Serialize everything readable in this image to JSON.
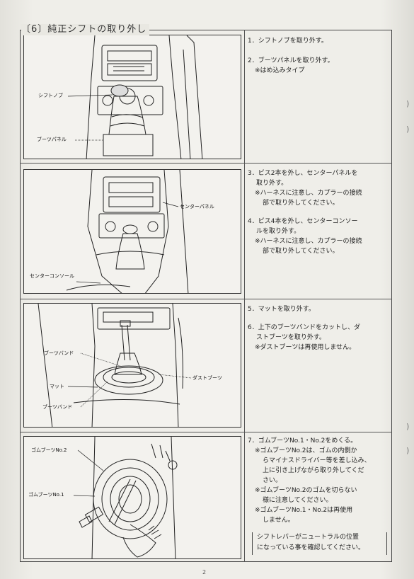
{
  "section_title": "〔6〕純正シフトの取り外し",
  "panels": [
    {
      "callouts": [
        "シフトノブ",
        "ブーツパネル"
      ]
    },
    {
      "callouts": [
        "センターパネル",
        "センターコンソール"
      ]
    },
    {
      "callouts": [
        "ブーツバンド",
        "ダストブーツ",
        "マット",
        "ブーツバンド"
      ]
    },
    {
      "callouts": [
        "ゴムブーツNo.2",
        "ゴムブーツNo.1"
      ]
    }
  ],
  "steps": {
    "s1": [
      "1．シフトノブを取り外す。"
    ],
    "s2": [
      "2．ブーツパネルを取り外す。",
      "※はめ込みタイプ"
    ],
    "s3": [
      "3．ビス2本を外し、センターパネルを",
      "取り外す。",
      "※ハーネスに注意し、カプラーの接続",
      "部で取り外してください。"
    ],
    "s4": [
      "4．ビス4本を外し、センターコンソー",
      "ルを取り外す。",
      "※ハーネスに注意し、カプラーの接続",
      "部で取り外してください。"
    ],
    "s5": [
      "5．マットを取り外す。"
    ],
    "s6": [
      "6．上下のブーツバンドをカットし、ダ",
      "ストブーツを取り外す。",
      "※ダストブーツは再使用しません。"
    ],
    "s7": [
      "7．ゴムブーツNo.1・No.2をめくる。",
      "※ゴムブーツNo.2は、ゴムの内側か",
      "らマイナスドライバー等を差し込み、",
      "上に引き上げながら取り外してくだ",
      "さい。",
      "※ゴムブーツNo.2のゴムを切らない",
      "様に注意してください。",
      "※ゴムブーツNo.1・No.2は再使用",
      "しません。"
    ]
  },
  "warning": [
    "シフトレバーがニュートラルの位置",
    "になっている事を確認してください。"
  ],
  "page_number": "2"
}
